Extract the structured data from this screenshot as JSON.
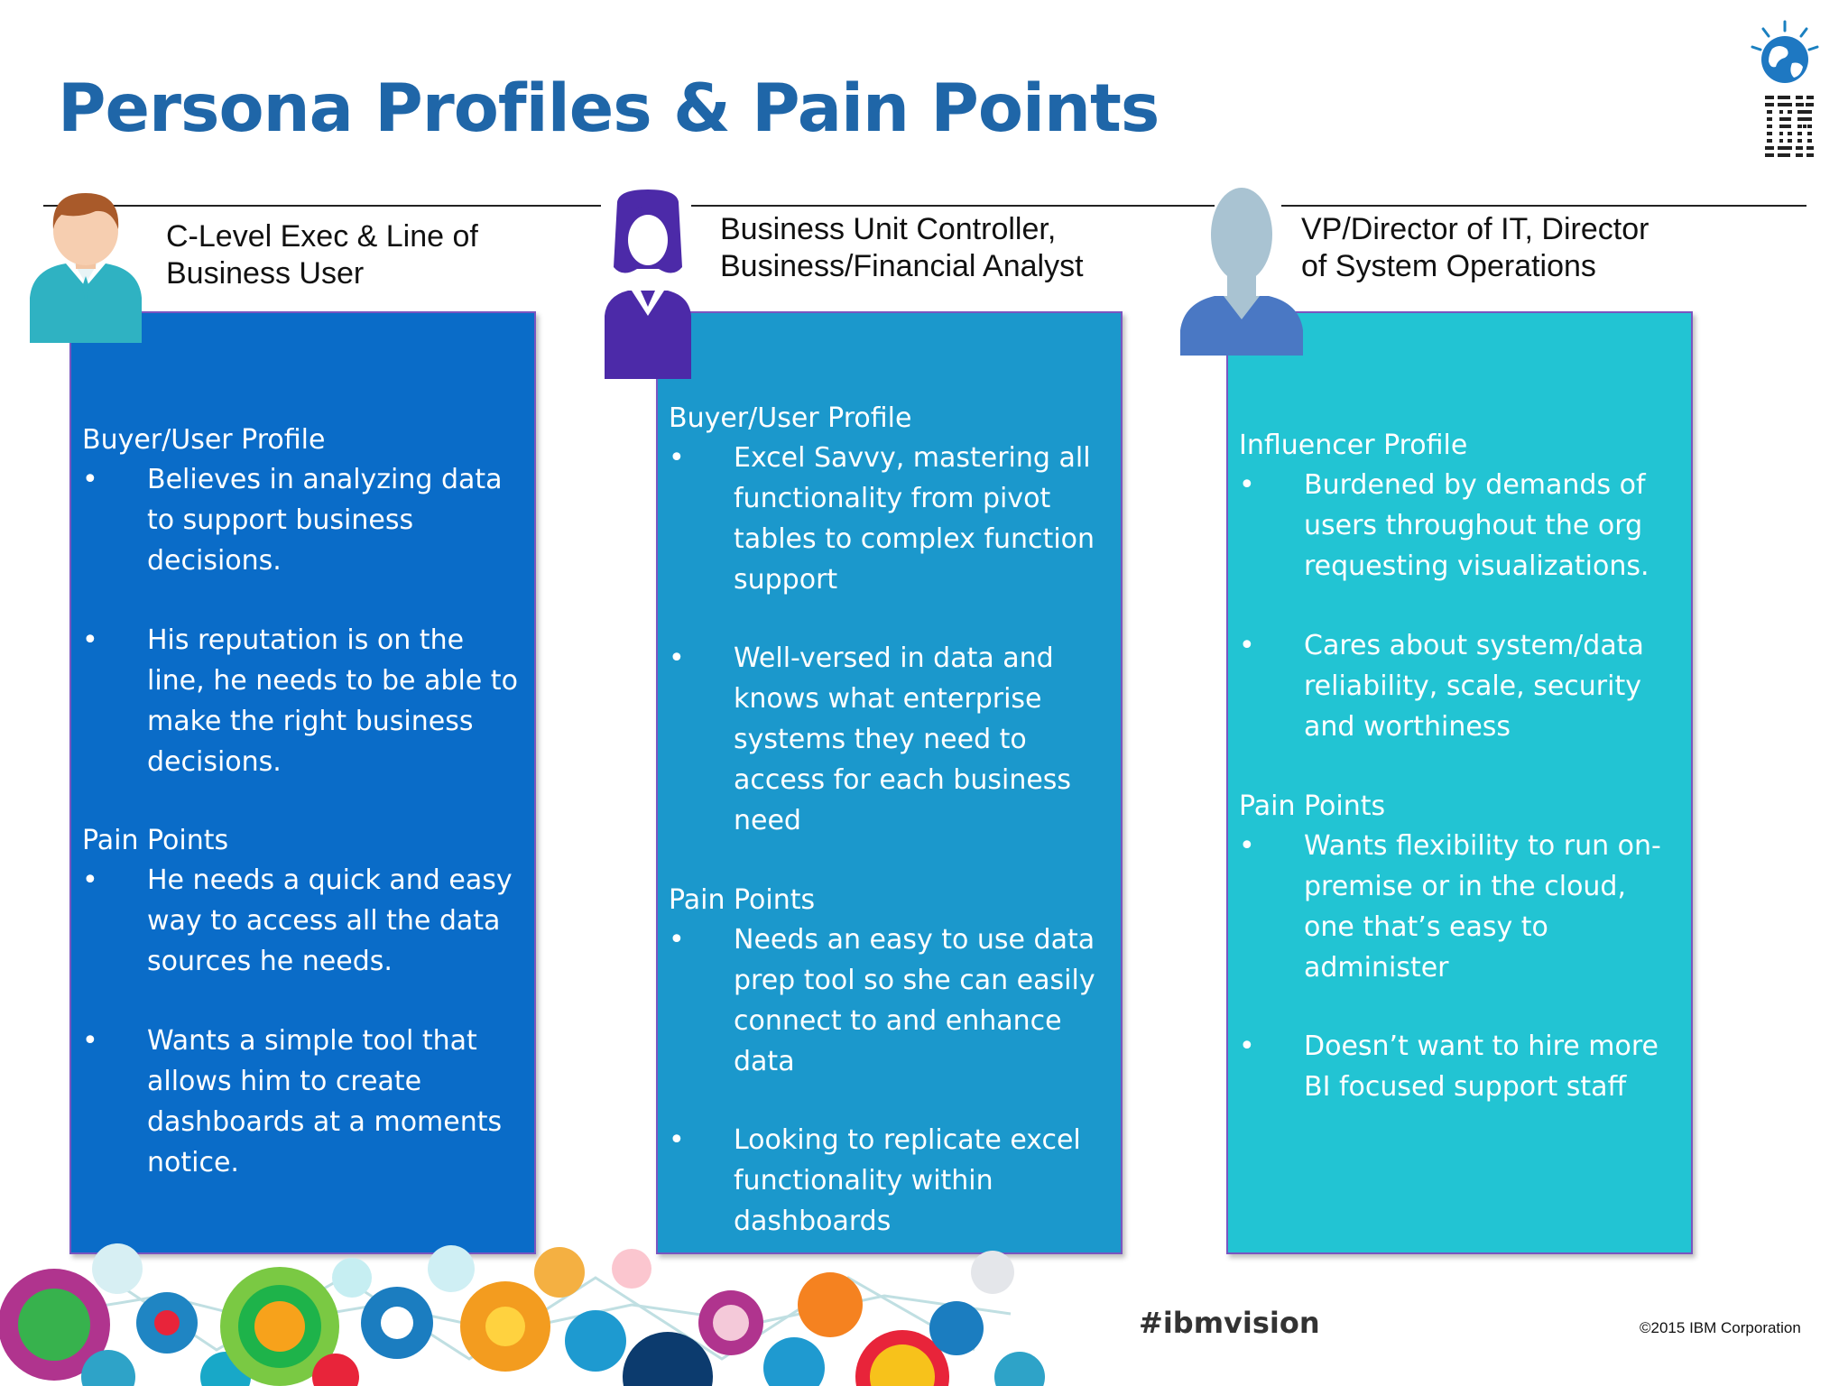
{
  "page": {
    "title": "Persona Profiles & Pain Points",
    "hashtag": "#ibmvision",
    "copyright": "©2015 IBM Corporation"
  },
  "colors": {
    "title": "#1f66a8",
    "panel_1": "#0a6cc8",
    "panel_2": "#1b98cc",
    "panel_3": "#22c4d3",
    "panel_border": "#7a55c0"
  },
  "personas": [
    {
      "title_line1": "C-Level Exec & Line of",
      "title_line2": "Business User",
      "avatar_icon": "male-exec-avatar-icon",
      "profile_heading": "Buyer/User Profile",
      "profile_bullets": [
        "Believes in analyzing data to support business decisions.",
        "His reputation is on the line, he needs to be able to make the right business decisions."
      ],
      "pain_heading": "Pain Points",
      "pain_bullets": [
        "He needs a quick and easy way to access all the data sources he needs.",
        "Wants a simple tool that allows him to create dashboards at a moments notice."
      ]
    },
    {
      "title_line1": "Business Unit Controller,",
      "title_line2": "Business/Financial Analyst",
      "avatar_icon": "female-analyst-avatar-icon",
      "profile_heading": "Buyer/User Profile",
      "profile_bullets": [
        "Excel Savvy, mastering all functionality from pivot tables to complex function support",
        "Well-versed in data and knows what enterprise systems they need to access for each business need"
      ],
      "pain_heading": "Pain Points",
      "pain_bullets": [
        "Needs an easy to use data prep tool so she can easily connect to and enhance data",
        "Looking to replicate excel functionality within dashboards"
      ]
    },
    {
      "title_line1": "VP/Director of IT, Director",
      "title_line2": "of System Operations",
      "avatar_icon": "it-director-avatar-icon",
      "profile_heading": "Influencer Profile",
      "profile_bullets": [
        "Burdened by demands of users throughout the org requesting visualizations.",
        "Cares about system/data reliability, scale, security and worthiness"
      ],
      "pain_heading": "Pain Points",
      "pain_bullets": [
        "Wants flexibility to run on-premise or in the cloud, one that’s easy to administer",
        "Doesn’t want to hire more BI focused support staff"
      ]
    }
  ],
  "bullet_glyph": "•",
  "logo_icon": "ibm-globe-logo-icon",
  "decoration_icon": "colorful-bubbles-graphic-icon"
}
